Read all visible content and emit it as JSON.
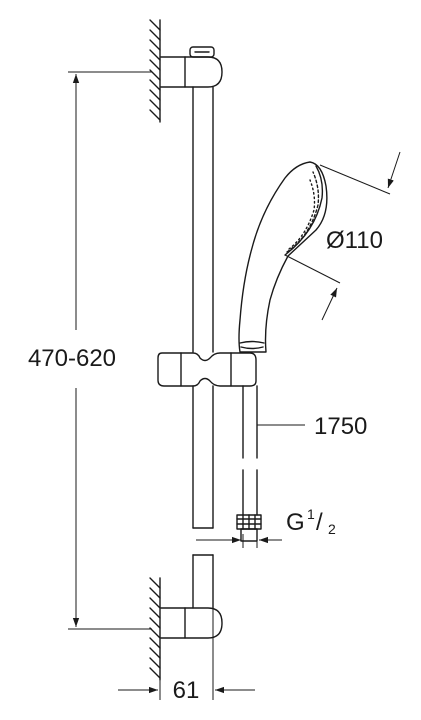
{
  "drawing": {
    "colors": {
      "line": "#1a1a1a",
      "background": "#ffffff"
    },
    "dimensions": {
      "height_range": "470-620",
      "head_diameter_symbol": "Ø",
      "head_diameter_value": "110",
      "hose_length": "1750",
      "thread_prefix": "G",
      "thread_num": "1",
      "thread_slash": "/",
      "thread_den": "2",
      "wall_offset": "61"
    }
  }
}
